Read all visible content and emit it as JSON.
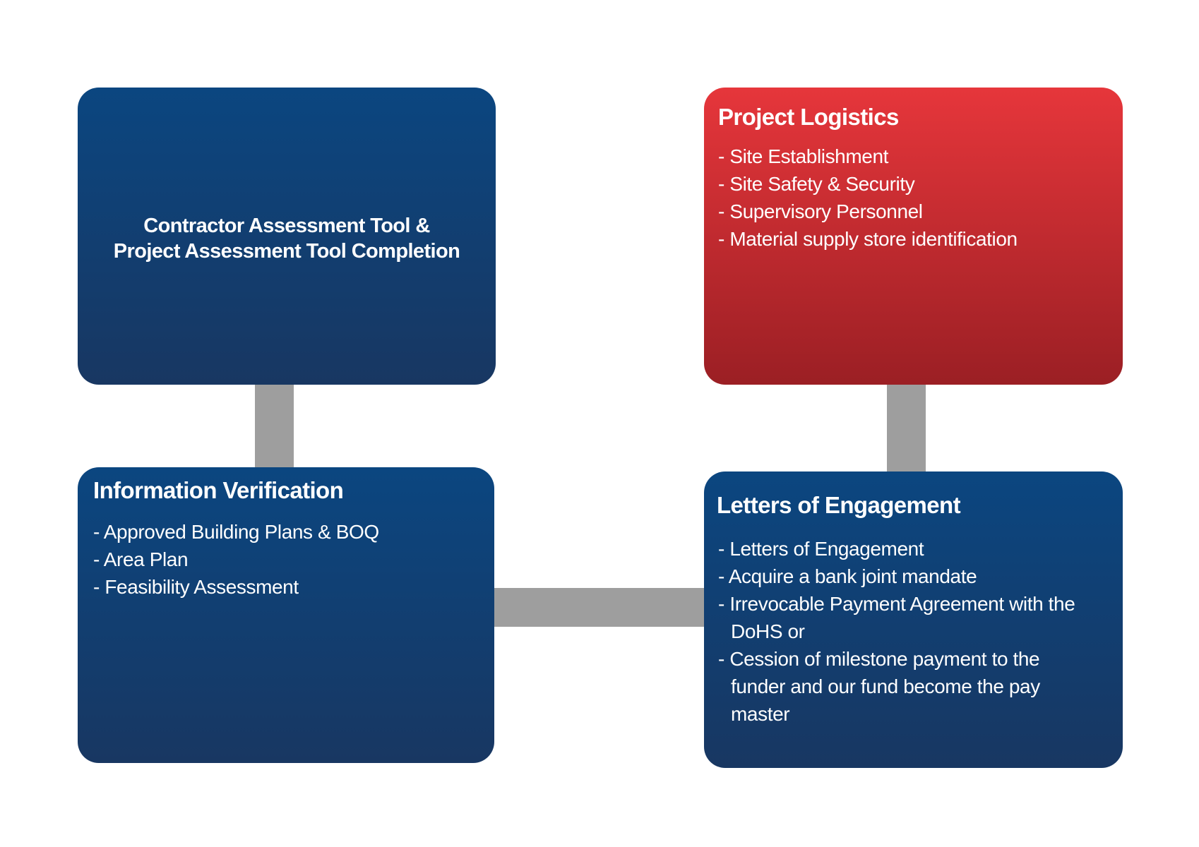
{
  "colors": {
    "blue_top": "#0b4680",
    "blue_bottom": "#183762",
    "red_top": "#e6363b",
    "red_bottom": "#9b1f24",
    "connector": "#9e9e9e",
    "text": "#ffffff"
  },
  "boxes": {
    "contractor": {
      "title_lines": [
        "Contractor Assessment Tool &",
        "Project Assessment Tool Completion"
      ]
    },
    "logistics": {
      "title": "Project Logistics",
      "items": [
        "Site Establishment",
        "Site Safety & Security",
        "Supervisory Personnel",
        "Material supply store identification"
      ]
    },
    "info": {
      "title": "Information Verification",
      "items": [
        "Approved Building Plans & BOQ",
        "Area Plan",
        "Feasibility Assessment"
      ]
    },
    "letters": {
      "title": "Letters of Engagement",
      "items": [
        "Letters of Engagement",
        "Acquire a bank joint mandate",
        "Irrevocable Payment Agreement with the DoHS or",
        "Cession of milestone payment to the funder and our fund become the pay master"
      ]
    }
  },
  "connections": [
    {
      "from": "contractor",
      "to": "info"
    },
    {
      "from": "info",
      "to": "letters"
    },
    {
      "from": "letters",
      "to": "logistics"
    }
  ]
}
